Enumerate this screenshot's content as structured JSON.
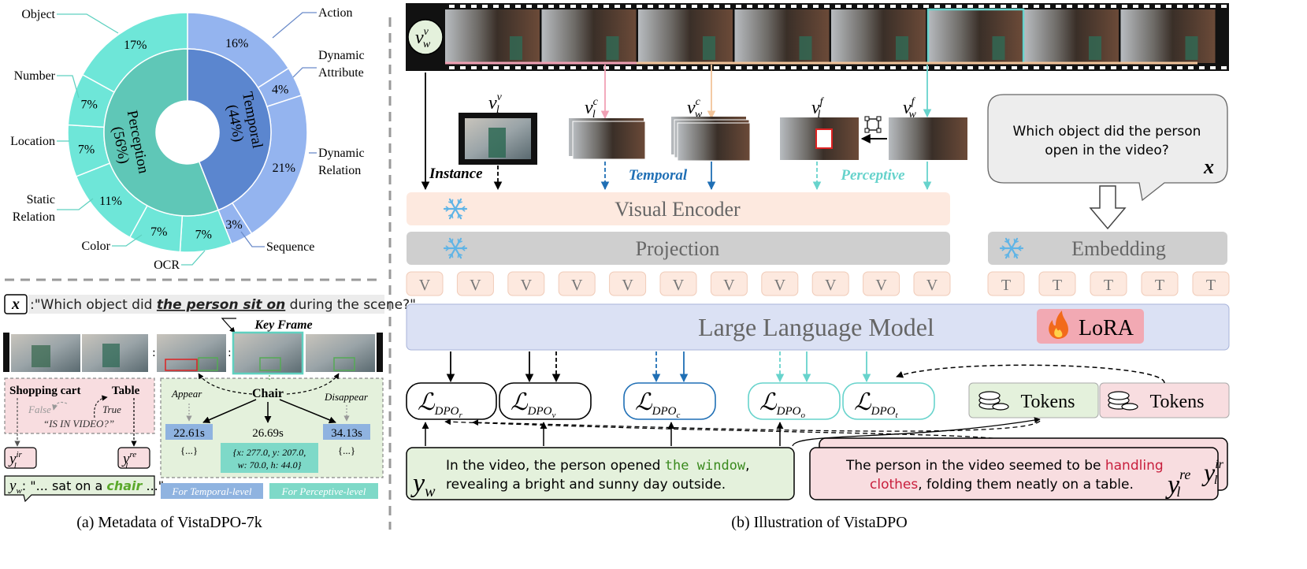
{
  "donut": {
    "inner": [
      {
        "name": "Temporal",
        "pct": "(44%)",
        "value": 44,
        "color": "#5b86cf"
      },
      {
        "name": "Perception",
        "pct": "(56%)",
        "value": 56,
        "color": "#5fc7b7"
      }
    ],
    "outer": [
      {
        "label": "Action",
        "value": 16,
        "text": "16%",
        "color": "#94b4ef"
      },
      {
        "label": "Dynamic Attribute",
        "value": 4,
        "text": "4%",
        "color": "#94b4ef"
      },
      {
        "label": "Dynamic Relation",
        "value": 21,
        "text": "21%",
        "color": "#94b4ef"
      },
      {
        "label": "Sequence",
        "value": 3,
        "text": "3%",
        "color": "#94b4ef"
      },
      {
        "label": "OCR",
        "value": 7,
        "text": "7%",
        "color": "#6ee6d8"
      },
      {
        "label": "Color",
        "value": 7,
        "text": "7%",
        "color": "#6ee6d8"
      },
      {
        "label": "Static Relation",
        "value": 11,
        "text": "11%",
        "color": "#6ee6d8"
      },
      {
        "label": "Location",
        "value": 7,
        "text": "7%",
        "color": "#6ee6d8"
      },
      {
        "label": "Number",
        "value": 7,
        "text": "7%",
        "color": "#6ee6d8"
      },
      {
        "label": "Object",
        "value": 17,
        "text": "17%",
        "color": "#6ee6d8"
      }
    ]
  },
  "labels": {
    "object": "Object",
    "number": "Number",
    "location": "Location",
    "static1": "Static",
    "static2": "Relation",
    "color": "Color",
    "ocr": "OCR",
    "action": "Action",
    "dynattr1": "Dynamic",
    "dynattr2": "Attribute",
    "dynrel1": "Dynamic",
    "dynrel2": "Relation",
    "sequence": "Sequence"
  },
  "left_example": {
    "x_symbol": "x",
    "question_prefix": ":\"Which object did ",
    "question_emph": "the person sit on",
    "question_suffix": " during the scene?\"",
    "key_frame": "Key Frame",
    "shopping_cart": "Shopping cart",
    "table": "Table",
    "false_lbl": "False",
    "true_lbl": "True",
    "is_in_video": "“IS IN VIDEO?”",
    "chair": "Chair",
    "appear": "Appear",
    "disappear": "Disappear",
    "t1": "22.61s",
    "t2": "26.69s",
    "t3": "34.13s",
    "dots": "{...}",
    "bbox1": "{x: 277.0, y: 207.0,",
    "bbox2": "w: 70.0, h: 44.0}",
    "yir_base": "y",
    "yir_sup": "ir",
    "yir_sub": "l",
    "yre_base": "y",
    "yre_sup": "re",
    "yre_sub": "l",
    "yw_base": "y",
    "yw_sub": "w",
    "yw_text_pre": ": \"... sat on a ",
    "yw_text_emph": "chair",
    "yw_text_post": " ...\"",
    "temporal_level": "For Temporal-level",
    "perceptive_level": "For Perceptive-level"
  },
  "captions": {
    "a": "(a) Metadata of VistaDPO-7k",
    "b": "(b) Illustration of VistaDPO"
  },
  "right": {
    "vw_base": "v",
    "vw_sup": "v",
    "vw_sub": "w",
    "vlv_base": "v",
    "vlv_sup": "v",
    "vlv_sub": "l",
    "vlc_base": "v",
    "vlc_sup": "c",
    "vlc_sub": "l",
    "vwc_base": "v",
    "vwc_sup": "c",
    "vwc_sub": "w",
    "vlf_base": "v",
    "vlf_sup": "f",
    "vlf_sub": "l",
    "vwf_base": "v",
    "vwf_sup": "f",
    "vwf_sub": "w",
    "instance": "Instance",
    "temporal": "Temporal",
    "perceptive": "Perceptive",
    "question1": "Which object did the person",
    "question2": "open in the video?",
    "x_symbol": "x",
    "visual_encoder": "Visual Encoder",
    "projection": "Projection",
    "embedding": "Embedding",
    "v_token": "V",
    "t_token": "T",
    "llm": "Large Language Model",
    "lora": "LoRA",
    "loss_main": "ℒ",
    "loss_sub": "DPO",
    "losses": [
      {
        "sub": "r",
        "color": "#000000"
      },
      {
        "sub": "v",
        "color": "#000000"
      },
      {
        "sub": "c",
        "color": "#1f6fb5"
      },
      {
        "sub": "o",
        "color": "#67d3cc"
      },
      {
        "sub": "t",
        "color": "#67d3cc"
      }
    ],
    "tokens": "Tokens",
    "yw_answer_pre": "In the video, the person opened ",
    "yw_answer_emph": "the window",
    "yw_answer_post": ",",
    "yw_answer_line2": "revealing a bright and sunny day outside.",
    "yl_answer_pre": "The person in the video seemed to be ",
    "yl_answer_emph1": "handling",
    "yl_answer_emph2": "clothes",
    "yl_answer_post": ", folding them neatly on a table.",
    "yw_base": "y",
    "yw_sub": "w",
    "ylre_base": "y",
    "ylre_sup": "re",
    "ylre_sub": "l",
    "ylir_base": "y",
    "ylir_sup": "ir",
    "ylir_sub": "l"
  },
  "colors": {
    "temporal_blue": "#1f6fb5",
    "perceptive_teal": "#67d3cc",
    "encoder_bg": "#fde9df",
    "projection_bg": "#cfcfcf",
    "llm_bg": "#dbe1f4",
    "lora_bg": "#f2a9b3",
    "win_green": "#e4f1dc",
    "lose_pink": "#f8dde0",
    "emph_green": "#3a8a1e",
    "emph_red": "#c81e3c"
  }
}
